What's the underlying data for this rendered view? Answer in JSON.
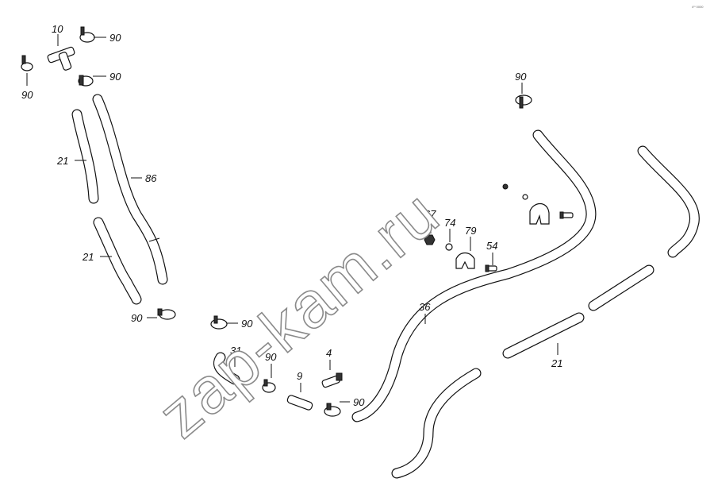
{
  "watermark": "zap-kam.ru",
  "corner_mark": "4ᵐ 0000",
  "callouts": {
    "c10": "10",
    "c90_top": "90",
    "c90_left": "90",
    "c90_tee": "90",
    "c21_upper": "21",
    "c86": "86",
    "c21_lower_left": "21",
    "c90_lower_left": "90",
    "c90_mid": "90",
    "c31": "31",
    "c90_bracket": "90",
    "c9": "9",
    "c4": "4",
    "c90_bottom": "90",
    "c36": "36",
    "c67": "67",
    "c74": "74",
    "c79": "79",
    "c54": "54",
    "c90_right": "90",
    "c21_right": "21"
  }
}
